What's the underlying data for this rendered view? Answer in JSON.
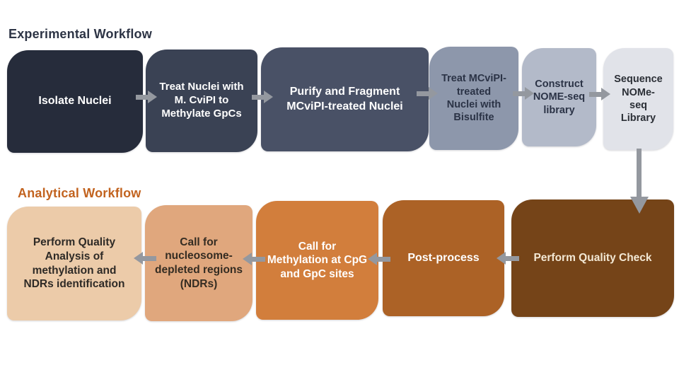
{
  "experimental": {
    "title": "Experimental Workflow",
    "title_color": "#2d3445",
    "flow_direction": "left-to-right",
    "steps": [
      {
        "label": "Isolate Nuclei",
        "bg": "#262c3b",
        "fg": "#ffffff"
      },
      {
        "label": "Treat Nuclei with\nM. CviPI to\nMethylate GpCs",
        "bg": "#3a4254",
        "fg": "#ffffff"
      },
      {
        "label": "Purify and Fragment\nMCviPI-treated Nuclei",
        "bg": "#495166",
        "fg": "#ffffff"
      },
      {
        "label": "Treat MCviPI-\ntreated\nNuclei with\nBisulfite",
        "bg": "#8d97ab",
        "fg": "#2b3346"
      },
      {
        "label": "Construct\nNOME-seq\nlibrary",
        "bg": "#b3bac9",
        "fg": "#2b3346"
      },
      {
        "label": "Sequence\nNOMe-\nseq\nLibrary",
        "bg": "#e1e3e9",
        "fg": "#2b2f36"
      }
    ]
  },
  "analytical": {
    "title": "Analytical Workflow",
    "title_color": "#c2631f",
    "flow_direction": "right-to-left",
    "steps": [
      {
        "label": "Perform Quality\nAnalysis of\nmethylation and\nNDRs identification",
        "bg": "#eccba9",
        "fg": "#2e2a26"
      },
      {
        "label": "Call for\nnucleosome-\ndepleted regions\n(NDRs)",
        "bg": "#e0a77d",
        "fg": "#342c22"
      },
      {
        "label": "Call for\nMethylation at CpG\nand GpC sites",
        "bg": "#d27e3c",
        "fg": "#ffffff"
      },
      {
        "label": "Post-process",
        "bg": "#ac6226",
        "fg": "#ffffff"
      },
      {
        "label": "Perform Quality Check",
        "bg": "#754418",
        "fg": "#f3e8d4"
      }
    ]
  },
  "arrows": {
    "color": "#94989f"
  }
}
